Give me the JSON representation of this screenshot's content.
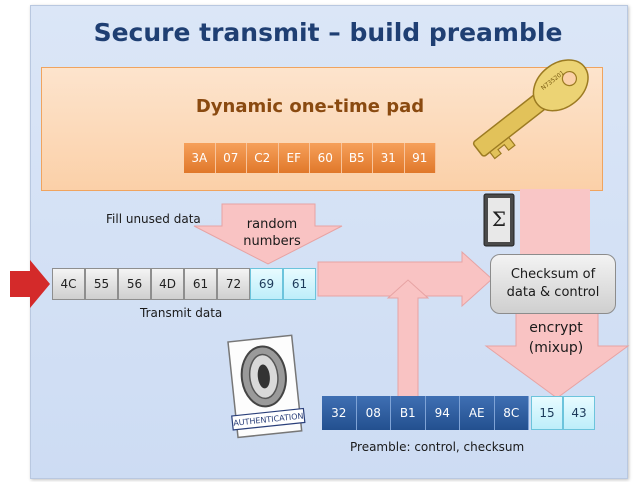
{
  "title": "Secure transmit – build preamble",
  "pad": {
    "title": "Dynamic one-time pad",
    "bytes": [
      "3A",
      "07",
      "C2",
      "EF",
      "60",
      "B5",
      "31",
      "91"
    ]
  },
  "transmit": {
    "bytes": [
      "4C",
      "55",
      "56",
      "4D",
      "61",
      "72"
    ],
    "random_bytes": [
      "69",
      "61"
    ],
    "label": "Transmit data"
  },
  "fill_label": "Fill unused data",
  "random_label": "random\nnumbers",
  "checksum_label": "Checksum of\ndata & control",
  "encrypt_label": "encrypt\n(mixup)",
  "preamble": {
    "bytes": [
      "32",
      "08",
      "B1",
      "94",
      "AE",
      "8C"
    ],
    "checksum_bytes": [
      "15",
      "43"
    ],
    "label": "Preamble:  control,  checksum"
  },
  "auth_label": "AUTHENTICATION",
  "key_label": "N735201",
  "colors": {
    "orange_box": "#fbd0a8",
    "blue_bytes": "#23508f",
    "arrows": "#f9c3c3",
    "red_arrow": "#d42a2a"
  }
}
